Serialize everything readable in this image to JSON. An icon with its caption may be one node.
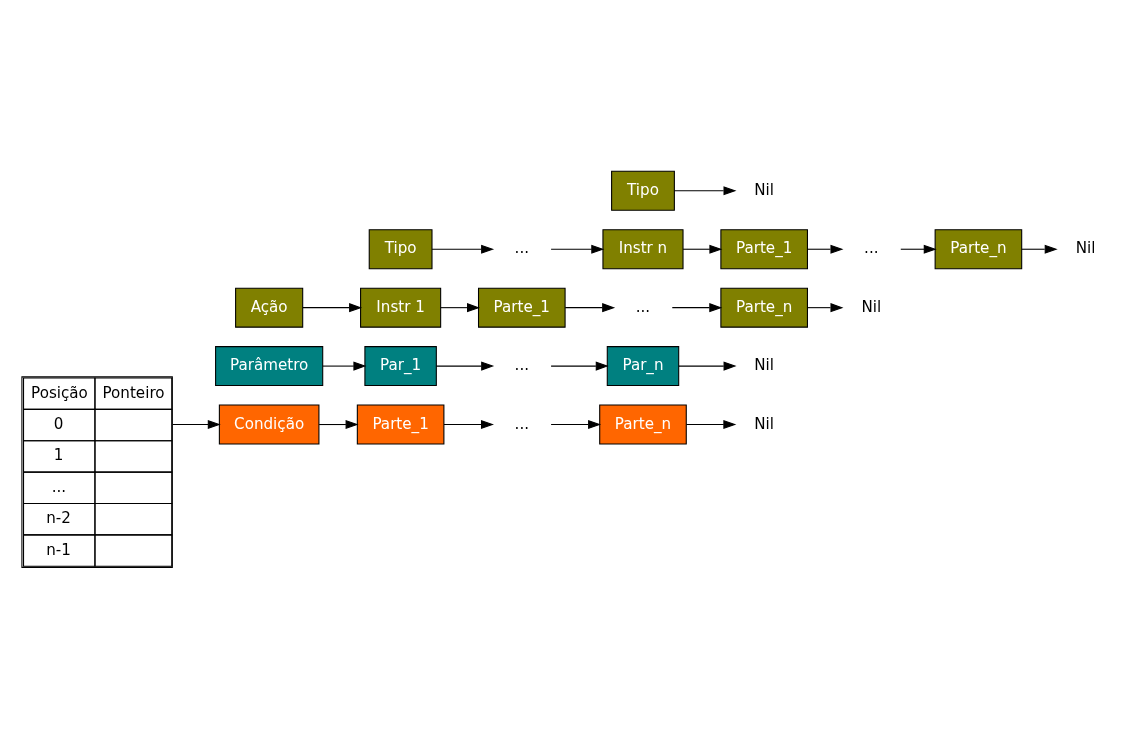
{
  "diagram": {
    "nodes": [
      {
        "text": [
          "Posição",
          "Ponteiro",
          "0",
          "1",
          "...",
          "n-2",
          "n-1"
        ]
      },
      {
        "text": [
          "Parâmetro"
        ]
      },
      {
        "text": [
          "Condição"
        ]
      },
      {
        "text": [
          "Ação"
        ]
      },
      {
        "text": [
          "Par_1"
        ]
      },
      {
        "text": [
          "..."
        ]
      },
      {
        "text": [
          "Par_n"
        ]
      },
      {
        "text": [
          "Nil"
        ]
      },
      {
        "text": [
          "Parte_1"
        ]
      },
      {
        "text": [
          "..."
        ]
      },
      {
        "text": [
          "Parte_n"
        ]
      },
      {
        "text": [
          "Nil"
        ]
      },
      {
        "text": [
          "Instr 1"
        ]
      },
      {
        "text": [
          "Tipo"
        ]
      },
      {
        "text": [
          "..."
        ]
      },
      {
        "text": [
          "Instr n"
        ]
      },
      {
        "text": [
          "Tipo"
        ]
      },
      {
        "text": [
          "Nil"
        ]
      },
      {
        "text": [
          "Parte_1"
        ]
      },
      {
        "text": [
          "..."
        ]
      },
      {
        "text": [
          "Parte_n"
        ]
      },
      {
        "text": [
          "Nil"
        ]
      },
      {
        "text": [
          "Parte_1"
        ]
      },
      {
        "text": [
          "..."
        ]
      },
      {
        "text": [
          "Parte_n"
        ]
      },
      {
        "text": [
          "Nil"
        ]
      }
    ],
    "edges": [
      {
        "from": 0,
        "to": 2,
        "arrow": "to"
      },
      {
        "from": 1,
        "to": 4,
        "arrow": "to"
      },
      {
        "from": 4,
        "to": 5,
        "arrow": "to"
      },
      {
        "from": 5,
        "to": 6,
        "arrow": "to"
      },
      {
        "from": 6,
        "to": 7,
        "arrow": "to"
      },
      {
        "from": 2,
        "to": 8,
        "arrow": "to"
      },
      {
        "from": 8,
        "to": 9,
        "arrow": "to"
      },
      {
        "from": 9,
        "to": 10,
        "arrow": "to"
      },
      {
        "from": 10,
        "to": 11,
        "arrow": "to"
      },
      {
        "from": 3,
        "to": 12,
        "arrow": "to"
      },
      {
        "from": 13,
        "to": 14,
        "arrow": "to"
      },
      {
        "from": 14,
        "to": 15,
        "arrow": "to"
      },
      {
        "from": 16,
        "to": 17,
        "arrow": "to"
      },
      {
        "from": 12,
        "to": 18,
        "arrow": "to"
      },
      {
        "from": 18,
        "to": 19,
        "arrow": "to"
      },
      {
        "from": 19,
        "to": 20,
        "arrow": "to"
      },
      {
        "from": 20,
        "to": 21,
        "arrow": "to"
      },
      {
        "from": 15,
        "to": 22,
        "arrow": "to"
      },
      {
        "from": 22,
        "to": 23,
        "arrow": "to"
      },
      {
        "from": 23,
        "to": 24,
        "arrow": "to"
      },
      {
        "from": 24,
        "to": 25,
        "arrow": "to"
      }
    ]
  }
}
